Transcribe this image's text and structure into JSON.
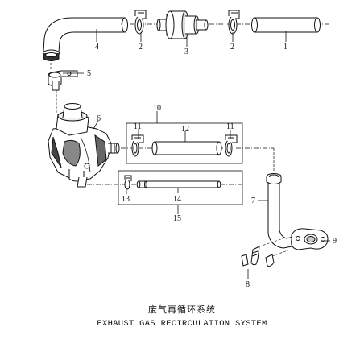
{
  "title_cn": "废气再循环系统",
  "title_en": "EXHAUST GAS RECIRCULATION SYSTEM",
  "callouts": {
    "c1": "1",
    "c2a": "2",
    "c2b": "2",
    "c3": "3",
    "c4": "4",
    "c5": "5",
    "c6": "6",
    "c7": "7",
    "c8": "8",
    "c9": "9",
    "c10": "10",
    "c11a": "11",
    "c11b": "11",
    "c12": "12",
    "c13": "13",
    "c14": "14",
    "c15": "15"
  },
  "colors": {
    "line": "#111111",
    "part_fill": "#ffffff",
    "shade": "#9a9a9a",
    "dark": "#555555"
  }
}
